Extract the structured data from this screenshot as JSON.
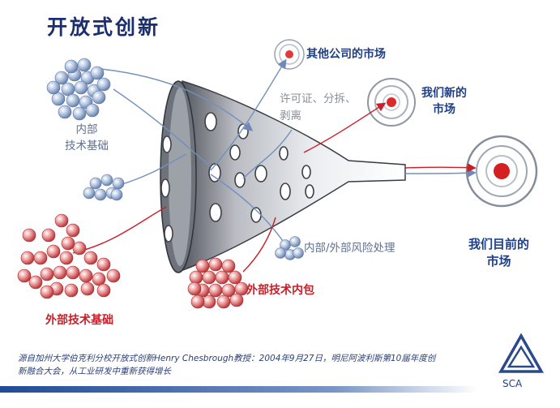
{
  "title": "开放式创新",
  "labels": {
    "internal_tech_base": [
      "内部",
      "技术基础"
    ],
    "external_tech_base": "外部技术基础",
    "external_outsourcing": "外部技术内包",
    "internal_external_risk": "内部/外部风险处理",
    "licensing": [
      "许可证、分拆、",
      "剥离"
    ],
    "other_company_market": "其他公司的市场",
    "our_new_market": [
      "我们新的",
      "市场"
    ],
    "our_current_market": [
      "我们目前的",
      "市场"
    ]
  },
  "source_note": "源自加州大学伯克利分校开放式创新Henry Chesbrough教授：2004年9月27日，明尼阿波利斯第10届年度创新融合大会，从工业研发中重新获得增长",
  "logo_text": "SCA",
  "colors": {
    "navy": "#1f3f86",
    "red": "#c8202a",
    "internal_sphere": "#a9bdd9",
    "external_sphere": "#e0898a"
  }
}
